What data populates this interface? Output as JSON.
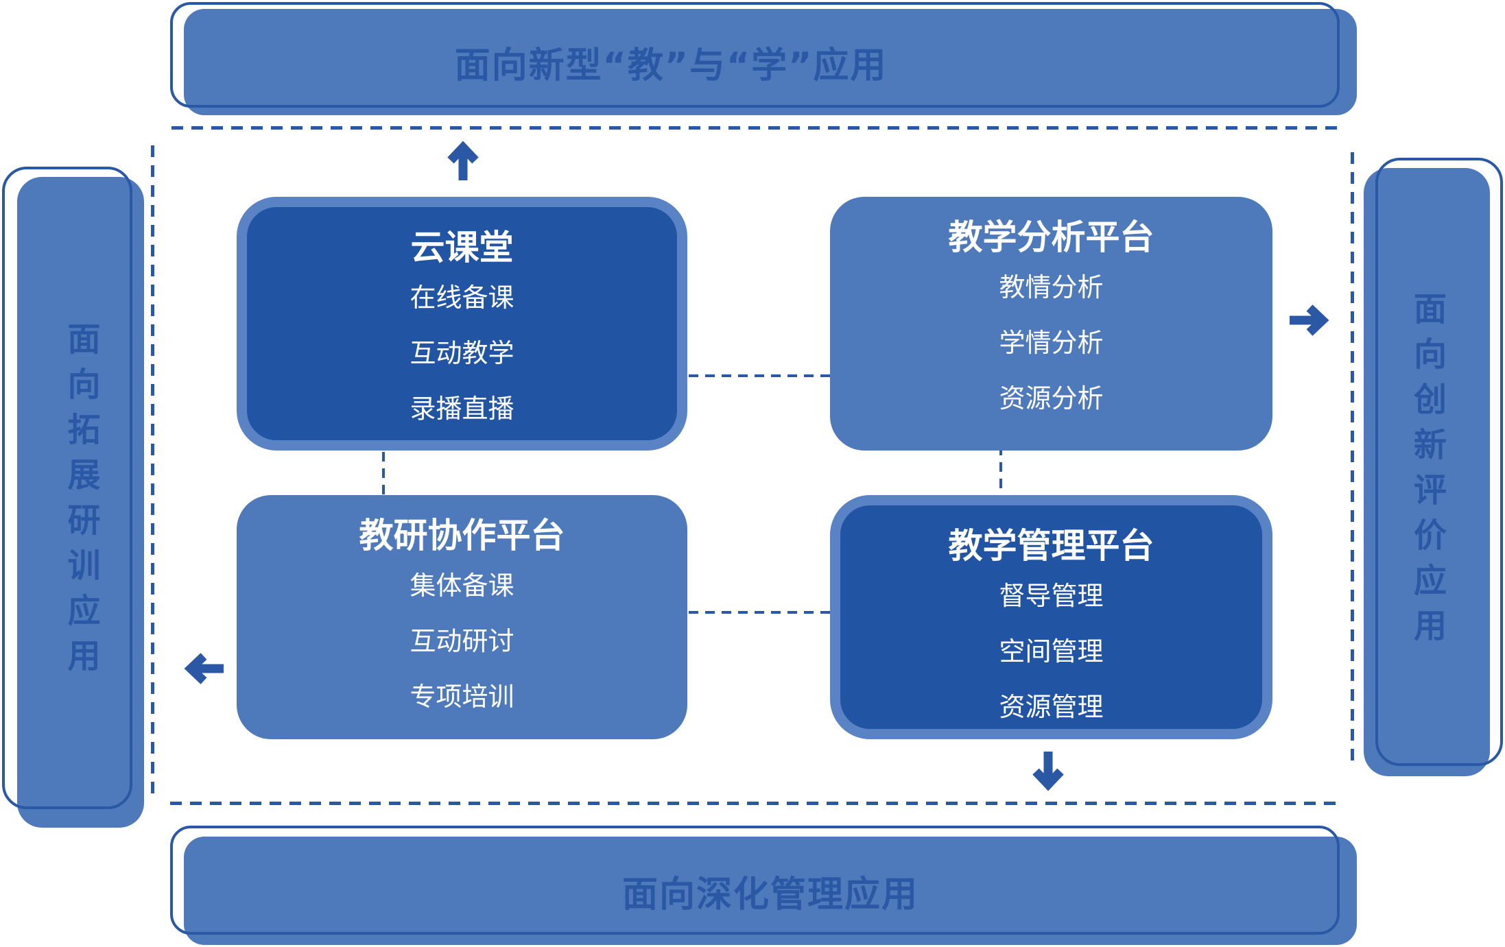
{
  "banners": {
    "top": {
      "label": "面向新型“教”与“学”应用"
    },
    "bottom": {
      "label": "面向深化管理应用"
    },
    "left": {
      "label": "面向拓展研训应用"
    },
    "right": {
      "label": "面向创新评价应用"
    }
  },
  "boxes": [
    {
      "id": "cloud-classroom",
      "variant": "dark",
      "title": "云课堂",
      "items": [
        "在线备课",
        "互动教学",
        "录播直播"
      ]
    },
    {
      "id": "teaching-analysis",
      "variant": "light",
      "title": "教学分析平台",
      "items": [
        "教情分析",
        "学情分析",
        "资源分析"
      ]
    },
    {
      "id": "research-collaboration",
      "variant": "light",
      "title": "教研协作平台",
      "items": [
        "集体备课",
        "互动研讨",
        "专项培训"
      ]
    },
    {
      "id": "teaching-management",
      "variant": "dark",
      "title": "教学管理平台",
      "items": [
        "督导管理",
        "空间管理",
        "资源管理"
      ]
    }
  ],
  "icons": {
    "up": "arrow-up-icon",
    "right": "arrow-right-icon",
    "left": "arrow-left-icon",
    "down": "arrow-down-icon"
  },
  "colors": {
    "medium_blue": "#4e7abc",
    "dark_blue_fill": "#2254a4",
    "ring_light_blue": "#5a83c6",
    "stroke_text_blue": "#2b58a4",
    "box_text": "#ffffff",
    "background": "#ffffff"
  }
}
